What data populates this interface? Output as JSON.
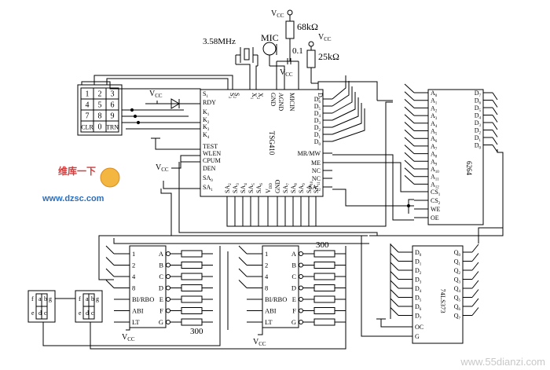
{
  "supply": {
    "vcc": "V",
    "vcc_sub": "CC",
    "r68": "68kΩ",
    "r25": "25kΩ",
    "crystal": "3.58MHz",
    "mic": "MIC",
    "cap": "0.1"
  },
  "keypad": {
    "keys": [
      "1",
      "2",
      "3",
      "4",
      "5",
      "6",
      "7",
      "8",
      "9",
      "CLR",
      "0",
      "TRN"
    ]
  },
  "tsg": {
    "name": "TSG410",
    "left_pins": [
      "S",
      "RDY",
      "K",
      "K",
      "K",
      "K",
      "TEST",
      "WLEN",
      "CPUM",
      "DEN",
      "SA",
      "SA"
    ],
    "left_subs": [
      "1",
      "",
      "1",
      "2",
      "3",
      "4",
      "",
      "",
      "",
      "",
      "0",
      "1"
    ],
    "top_pins": [
      "S",
      "S",
      "X",
      "X",
      "GND",
      "AGND",
      "MICIN",
      "D"
    ],
    "top_subs": [
      "2",
      "3",
      "1",
      "2",
      "",
      "",
      "",
      "7"
    ],
    "right_pins": [
      "D",
      "D",
      "D",
      "D",
      "D",
      "D",
      "D",
      "MR/MW",
      "ME",
      "NC",
      "NC",
      "SA"
    ],
    "right_subs": [
      "6",
      "5",
      "4",
      "3",
      "2",
      "1",
      "0",
      "",
      "",
      "",
      "",
      "12"
    ],
    "bottom_pins": [
      "SA",
      "SA",
      "SA",
      "SA",
      "SA",
      "V",
      "GND",
      "SA",
      "SA",
      "SA",
      "SA",
      "SA"
    ],
    "bottom_subs": [
      "2",
      "3",
      "4",
      "5",
      "6",
      "DD",
      "",
      "7",
      "8",
      "9",
      "10",
      "11"
    ]
  },
  "ram": {
    "name": "6264",
    "addr_pins": [
      "A",
      "A",
      "A",
      "A",
      "A",
      "A",
      "A",
      "A",
      "A",
      "A",
      "A",
      "A",
      "A"
    ],
    "addr_subs": [
      "0",
      "1",
      "2",
      "3",
      "4",
      "5",
      "6",
      "7",
      "8",
      "9",
      "10",
      "11",
      "12"
    ],
    "data_pins": [
      "D",
      "D",
      "D",
      "D",
      "D",
      "D",
      "D",
      "D"
    ],
    "data_subs": [
      "7",
      "6",
      "5",
      "4",
      "3",
      "2",
      "1",
      "0"
    ],
    "ctrl_pins": [
      "CS",
      "CS",
      "WE",
      "OE"
    ],
    "ctrl_subs": [
      "1",
      "2",
      "",
      ""
    ]
  },
  "decoders": {
    "inputs": [
      "1",
      "2",
      "4",
      "8",
      "BI/RBO",
      "ABI",
      "LT"
    ],
    "outputs": [
      "A",
      "B",
      "C",
      "D",
      "E",
      "F",
      "G"
    ]
  },
  "resistor_label": "300",
  "latch": {
    "name": "74LS373",
    "d_pins": [
      "D",
      "D",
      "D",
      "D",
      "D",
      "D",
      "D",
      "D"
    ],
    "q_pins": [
      "Q",
      "Q",
      "Q",
      "Q",
      "Q",
      "Q",
      "Q",
      "Q"
    ],
    "subs": [
      "0",
      "1",
      "2",
      "3",
      "4",
      "5",
      "6",
      "7"
    ],
    "oc": "OC",
    "g": "G"
  },
  "display": {
    "segments": [
      "a",
      "b",
      "c",
      "d",
      "e",
      "f",
      "g"
    ]
  },
  "watermark": {
    "top": "维库一下",
    "url": "www.dzsc.com",
    "bottom_url": "www.55dianzi.com"
  }
}
